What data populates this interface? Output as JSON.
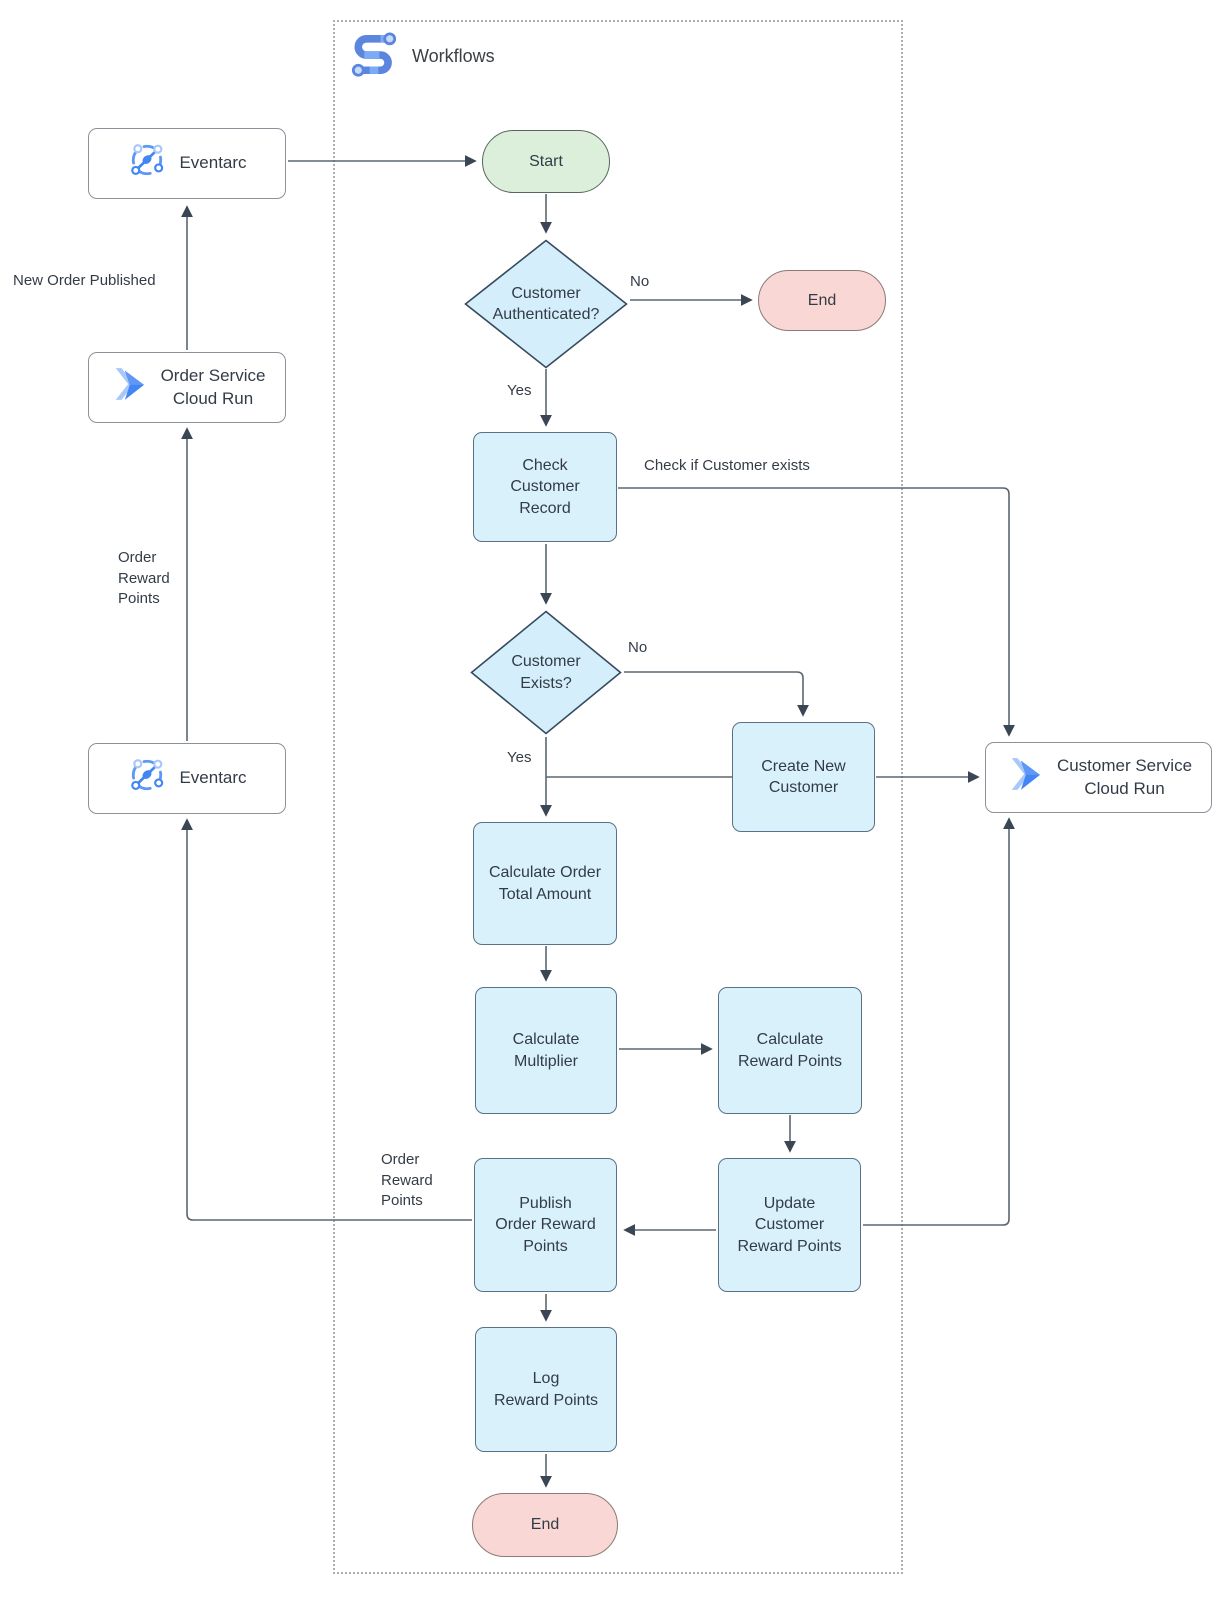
{
  "workflow": {
    "title": "Workflows"
  },
  "external": {
    "eventarc_top": "Eventarc",
    "order_service": "Order Service\nCloud Run",
    "eventarc_bottom": "Eventarc",
    "customer_service": "Customer Service\nCloud Run"
  },
  "nodes": {
    "start": "Start",
    "customer_authenticated": "Customer\nAuthenticated?",
    "end_top": "End",
    "check_customer_record": "Check\nCustomer\nRecord",
    "customer_exists": "Customer\nExists?",
    "create_new_customer": "Create New\nCustomer",
    "calculate_order_total": "Calculate Order\nTotal Amount",
    "calculate_multiplier": "Calculate\nMultiplier",
    "calculate_reward_points": "Calculate\nReward Points",
    "update_customer_reward_points": "Update\nCustomer\nReward Points",
    "publish_order_reward_points": "Publish\nOrder Reward\nPoints",
    "log_reward_points": "Log\nReward Points",
    "end_bottom": "End"
  },
  "edge_labels": {
    "new_order_published": "New Order Published",
    "order_reward_points_left": "Order\nReward\nPoints",
    "order_reward_points_mid": "Order\nReward\nPoints",
    "no_authenticated": "No",
    "yes_authenticated": "Yes",
    "check_if_customer_exists": "Check if Customer exists",
    "no_exists": "No",
    "yes_exists": "Yes"
  },
  "colors": {
    "process_fill": "#d9f1fb",
    "process_stroke": "#5a7286",
    "decision_fill": "#d5eefb",
    "decision_stroke": "#374b60",
    "start_fill": "#dcefdb",
    "start_stroke": "#57675c",
    "end_fill": "#f9d7d4",
    "end_stroke": "#8b7a78",
    "service_stroke": "#8b9299",
    "connector": "#5c6670",
    "arrow": "#3a4654",
    "container_border": "#a9aeb4",
    "text": "#333c46"
  }
}
